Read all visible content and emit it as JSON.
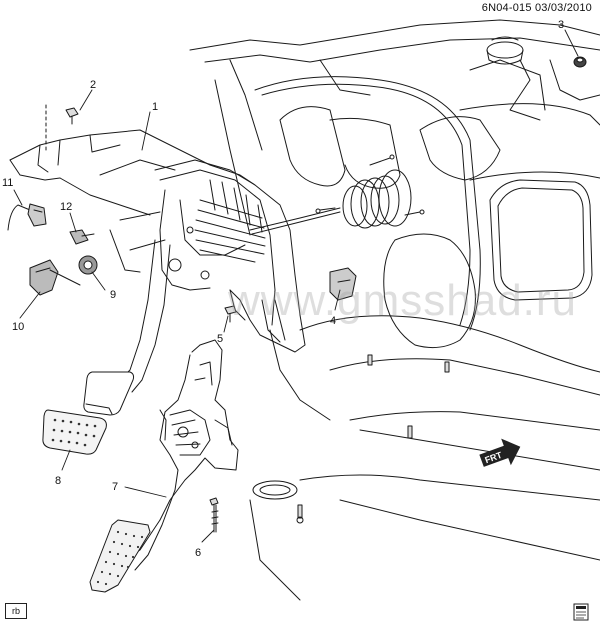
{
  "header": {
    "code": "6N04-015",
    "date": "03/03/2010"
  },
  "watermark": "www.gmsshad.ru",
  "footer": {
    "rb_label": "rb"
  },
  "direction": {
    "label": "FRT"
  },
  "callouts": [
    {
      "id": "1",
      "label": "1"
    },
    {
      "id": "2",
      "label": "2"
    },
    {
      "id": "3",
      "label": "3"
    },
    {
      "id": "4",
      "label": "4"
    },
    {
      "id": "5",
      "label": "5"
    },
    {
      "id": "6",
      "label": "6"
    },
    {
      "id": "7",
      "label": "7"
    },
    {
      "id": "8",
      "label": "8"
    },
    {
      "id": "9",
      "label": "9"
    },
    {
      "id": "10",
      "label": "10"
    },
    {
      "id": "11",
      "label": "11"
    },
    {
      "id": "12",
      "label": "12"
    }
  ]
}
